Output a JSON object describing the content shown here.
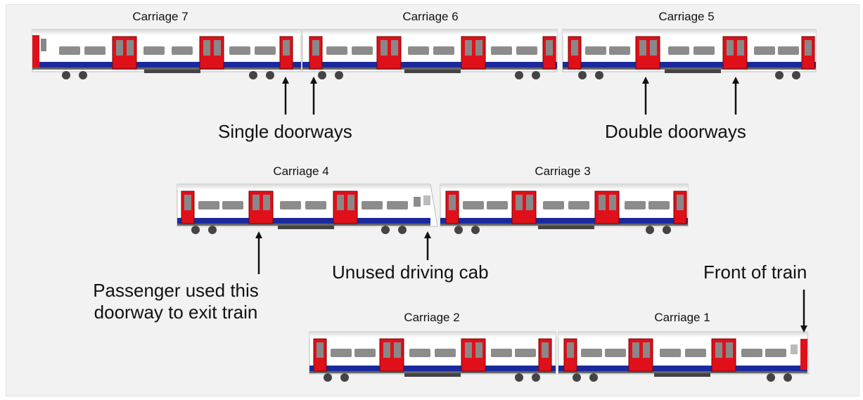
{
  "carriages": [
    {
      "id": 7,
      "label": "Carriage 7"
    },
    {
      "id": 6,
      "label": "Carriage 6"
    },
    {
      "id": 5,
      "label": "Carriage 5"
    },
    {
      "id": 4,
      "label": "Carriage 4"
    },
    {
      "id": 3,
      "label": "Carriage 3"
    },
    {
      "id": 2,
      "label": "Carriage 2"
    },
    {
      "id": 1,
      "label": "Carriage 1"
    }
  ],
  "callouts": {
    "single_doorways": "Single doorways",
    "double_doorways": "Double doorways",
    "passenger_exit_line1": "Passenger used this",
    "passenger_exit_line2": "doorway to exit train",
    "unused_cab": "Unused driving cab",
    "front_of_train": "Front of train"
  },
  "colors": {
    "background": "#f2f2f2",
    "door_red": "#e0101a",
    "stripe_blue": "#1a2a9c",
    "body_white": "#ffffff",
    "window_grey": "#8c8c8c",
    "arrow": "#111111"
  }
}
